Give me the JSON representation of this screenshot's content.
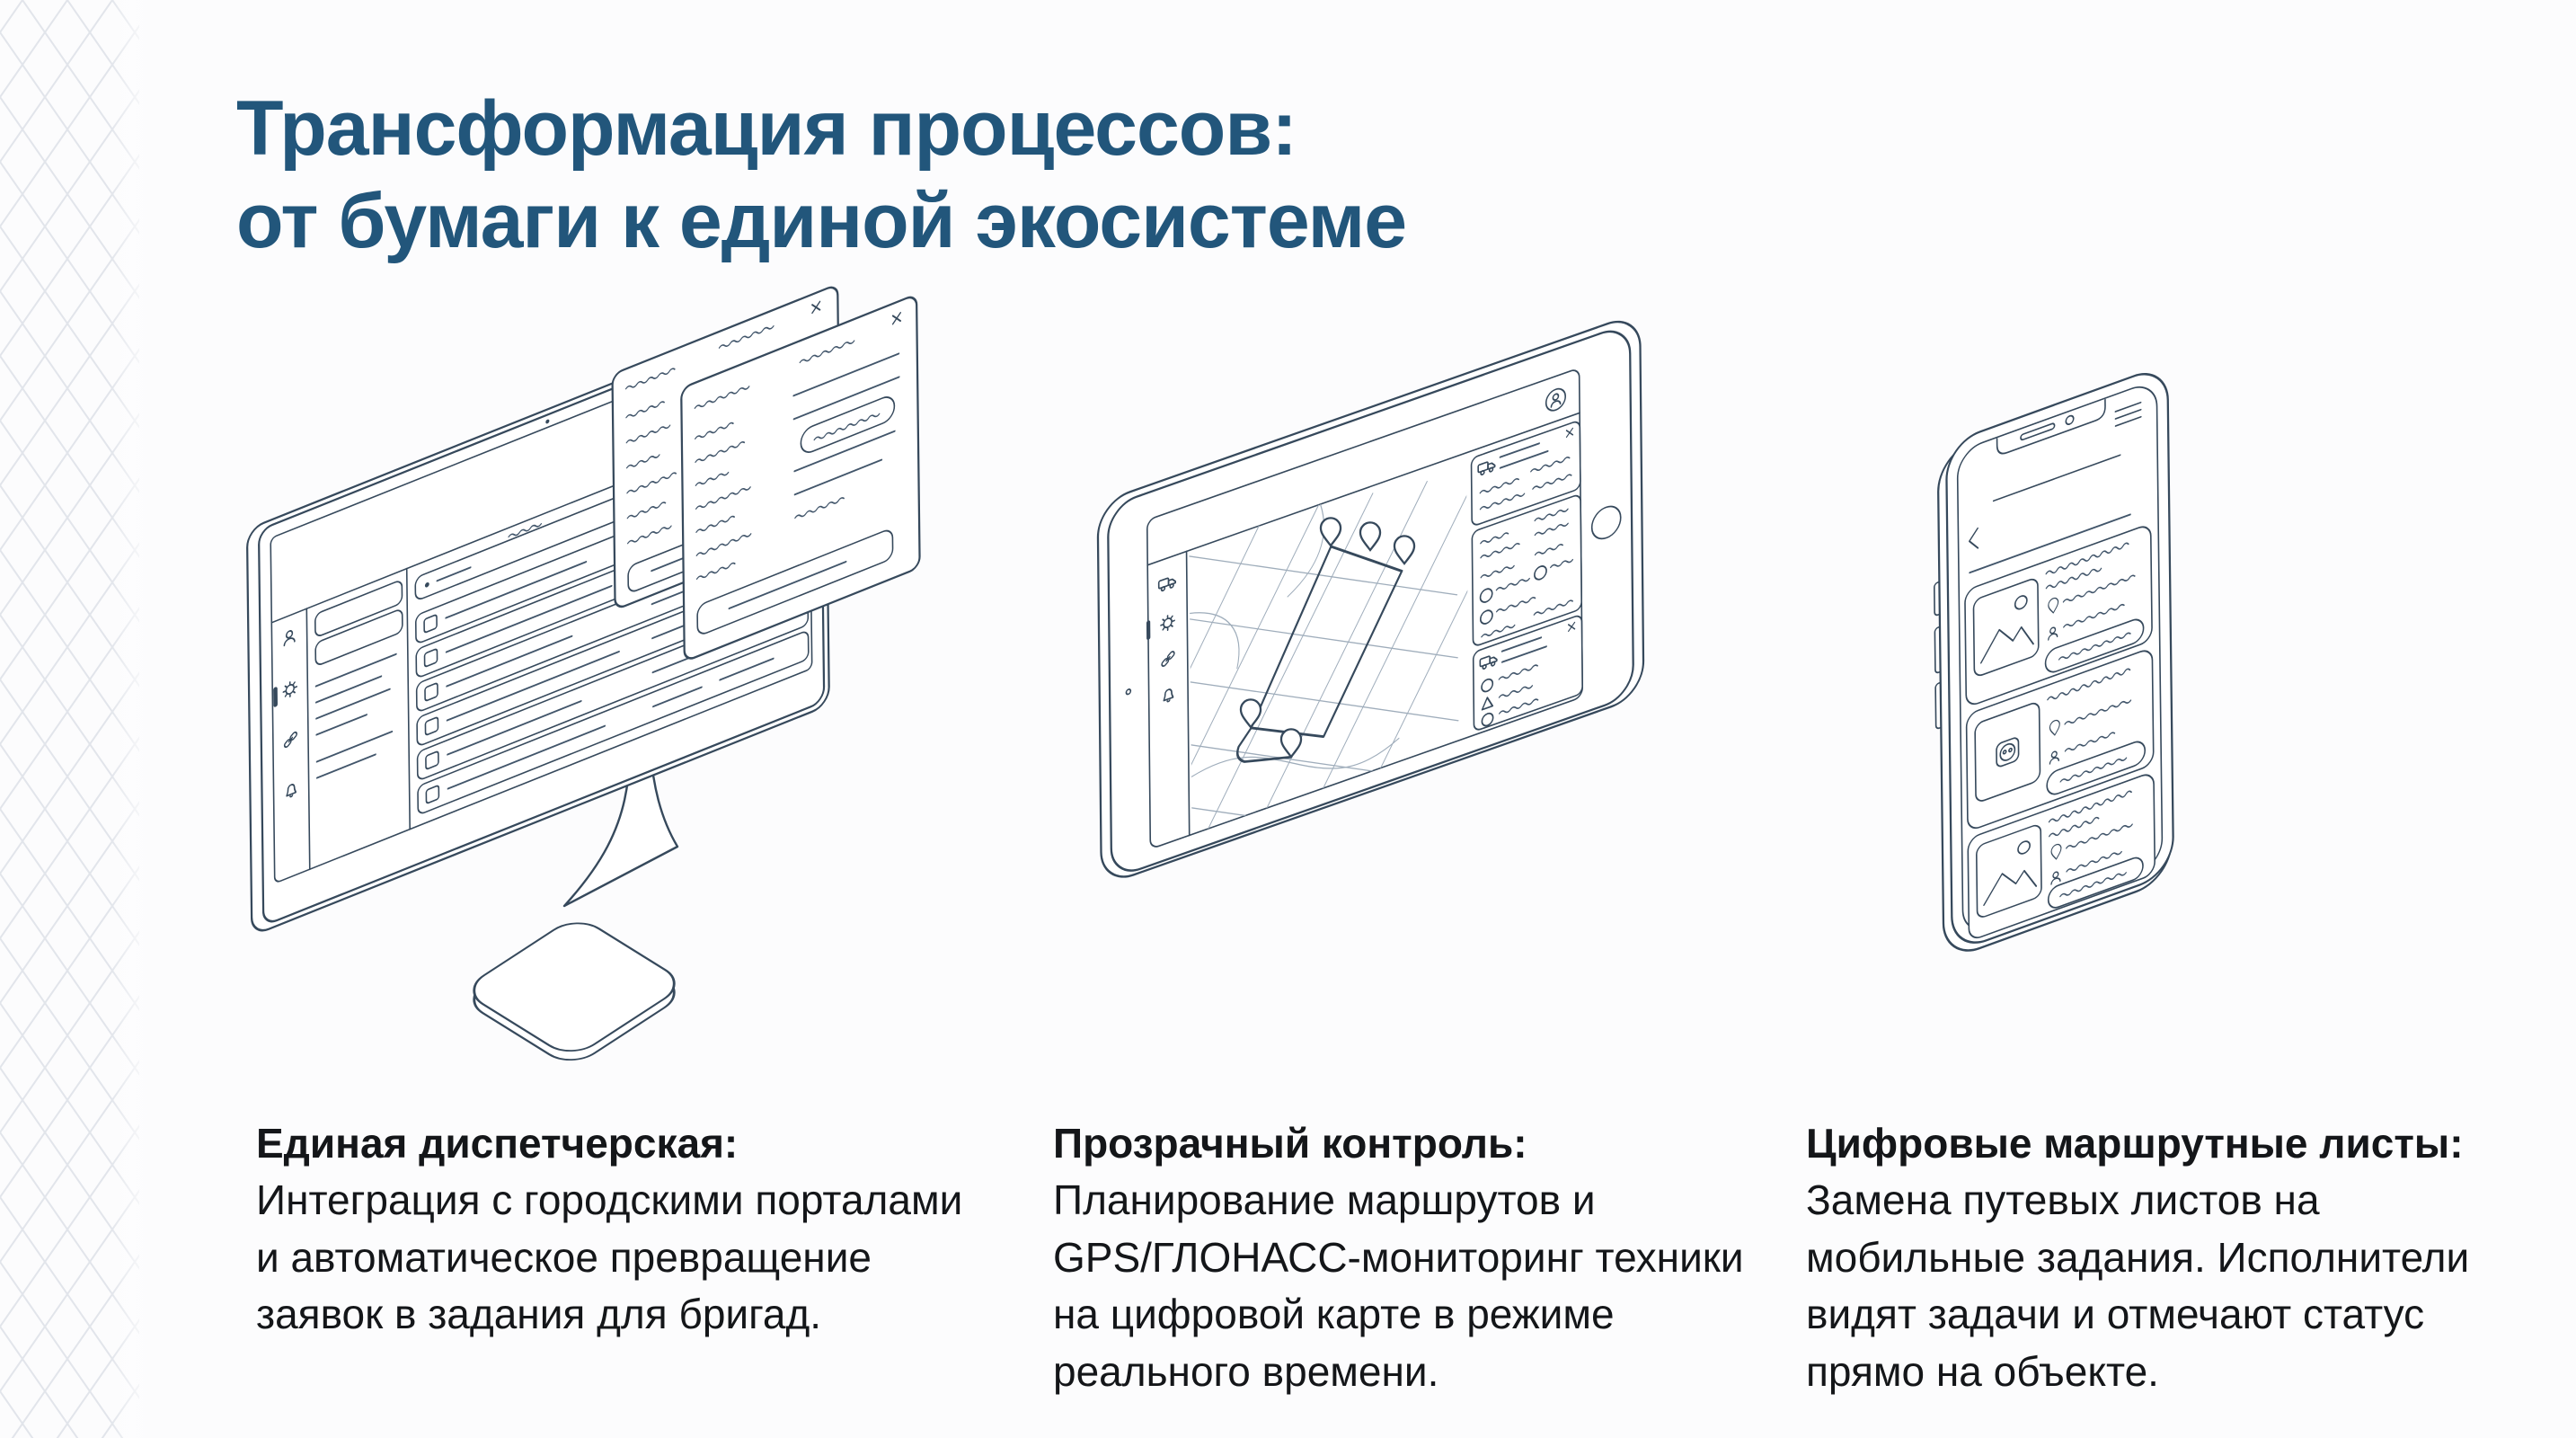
{
  "title": {
    "line1": "Трансформация процессов:",
    "line2": "от бумаги к единой экосистеме"
  },
  "features": [
    {
      "heading": "Единая диспетчерская:",
      "lines": [
        "Интеграция с городскими порталами",
        "и автоматическое превращение",
        "заявок в задания для бригад."
      ]
    },
    {
      "heading": "Прозрачный контроль:",
      "lines": [
        "Планирование маршрутов и",
        "GPS/ГЛОНАСС-мониторинг техники",
        "на цифровой карте в режиме",
        "реального времени."
      ]
    },
    {
      "heading": "Цифровые маршрутные листы:",
      "lines": [
        "Замена путевых листов на",
        "мобильные задания. Исполнители",
        "видят задачи и отмечают статус",
        "прямо на объекте."
      ]
    }
  ],
  "colors": {
    "title": "#22567b",
    "line_art": "#36495c",
    "body_text": "#141619",
    "lattice": "#e2e5eb"
  },
  "illustrations": {
    "monitor": "desktop-dispatcher-app-wireframe",
    "tablet": "tablet-gps-map-wireframe",
    "phone": "mobile-task-list-wireframe"
  }
}
